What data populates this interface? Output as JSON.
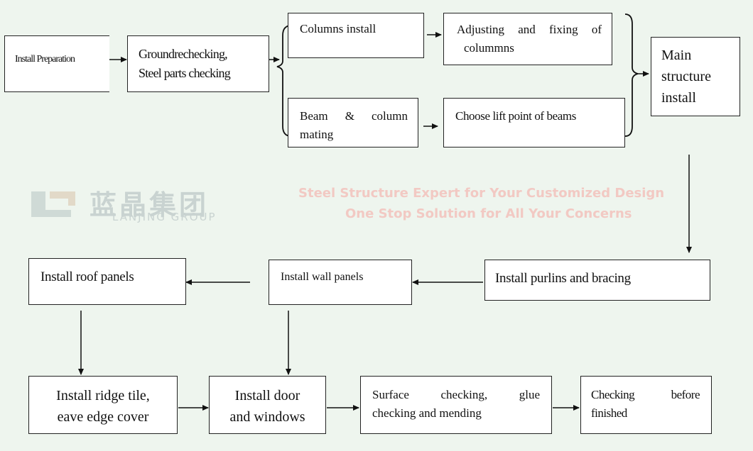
{
  "nodes": {
    "install_preparation": "Install Preparation",
    "ground_rechecking_1": "Groundrechecking,",
    "ground_rechecking_2": "Steel parts checking",
    "columns_install": "Columns install",
    "adjusting_1": "Adjusting and fixing of",
    "adjusting_2": "colummns",
    "beam_column_1": "Beam & column",
    "beam_column_2": "mating",
    "choose_lift": "Choose lift point of beams",
    "main_structure_1": "Main",
    "main_structure_2": "structure",
    "main_structure_3": "install",
    "install_purlins": "Install purlins and bracing",
    "install_wall": "Install wall panels",
    "install_roof": "Install roof panels",
    "ridge_tile_1": "Install ridge tile,",
    "ridge_tile_2": "eave edge cover",
    "door_windows_1": "Install door",
    "door_windows_2": "and windows",
    "surface_1": "Surface checking, glue",
    "surface_2": "checking and mending",
    "checking_before_1": "Checking before",
    "checking_before_2": "finished"
  },
  "watermark": {
    "cn_name": "蓝晶集团",
    "en_name": "LANJING GROUP",
    "tagline_1": "Steel Structure Expert for Your Customized Design",
    "tagline_2": "One Stop Solution for All Your Concerns",
    "text_color": "#c9d3d1",
    "tagline_color": "#f2c9c3"
  },
  "colors": {
    "background": "#eef5ee",
    "box_fill": "#ffffff",
    "line": "#111111"
  }
}
